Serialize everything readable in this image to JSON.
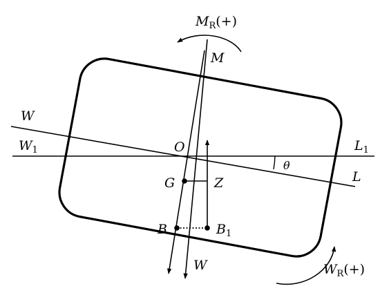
{
  "diagram": {
    "labels": {
      "moment_M": "M",
      "moment_R": "R",
      "moment_sign": "(+)",
      "M": "M",
      "W_top_left": "W",
      "W1_letter": "W",
      "W1_sub": "1",
      "O": "O",
      "L1_letter": "L",
      "L1_sub": "1",
      "theta": "θ",
      "L": "L",
      "G": "G",
      "Z": "Z",
      "B": "B",
      "B1_letter": "B",
      "B1_sub": "1",
      "W_weight": "W",
      "wave_W": "W",
      "wave_R": "R",
      "wave_sign": "(+)"
    }
  }
}
